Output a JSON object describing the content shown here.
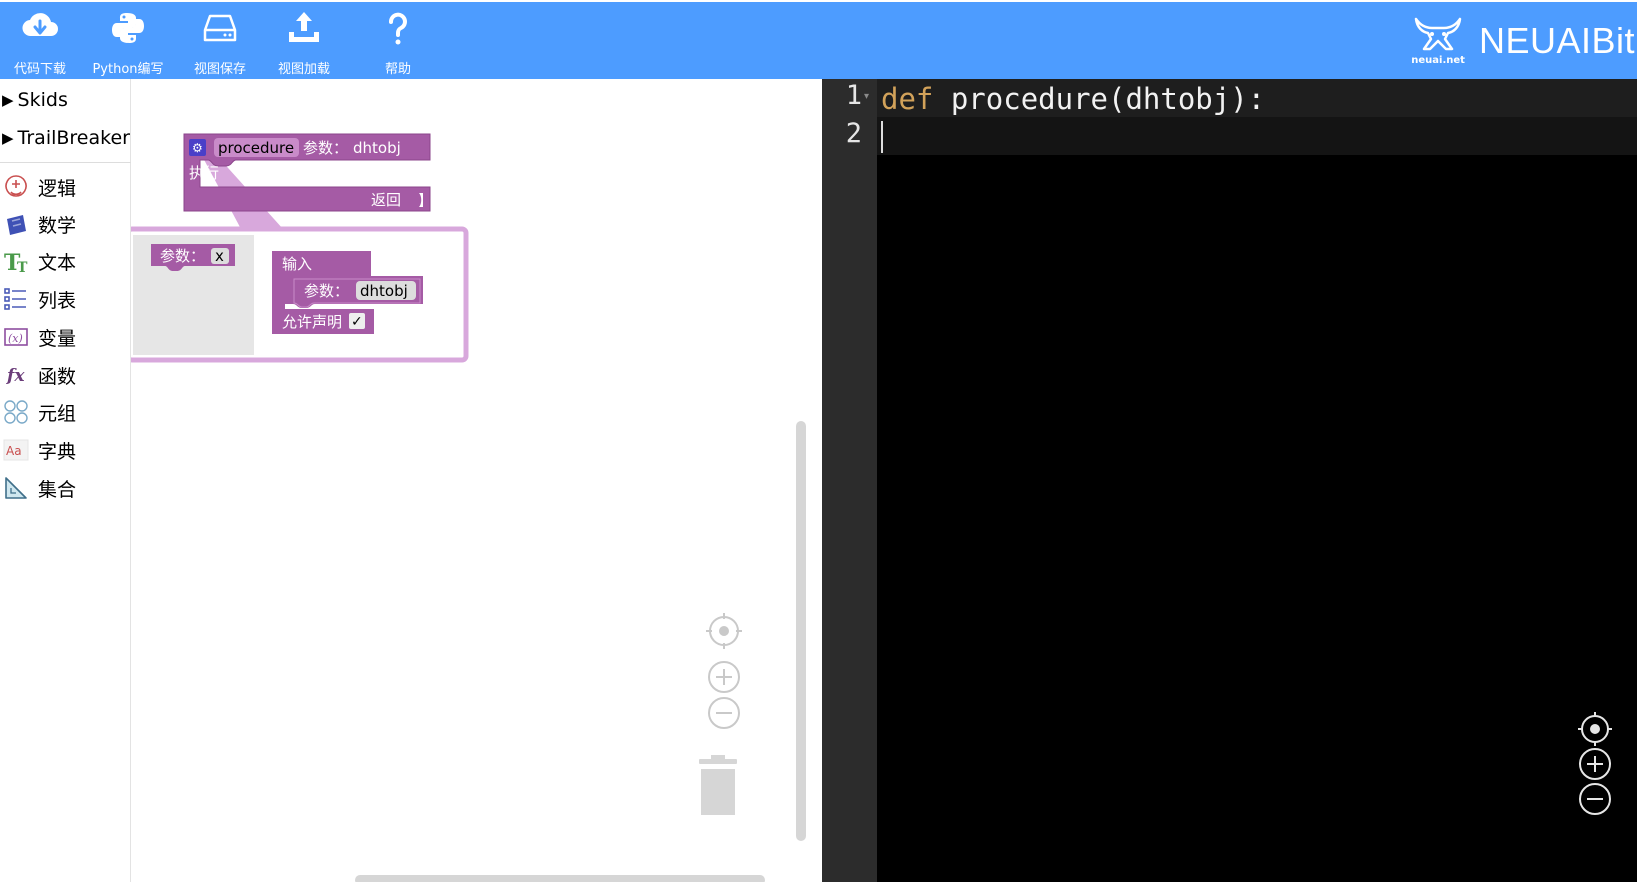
{
  "toolbar": {
    "buttons": [
      {
        "label": "代码下载",
        "icon": "cloud-download-icon"
      },
      {
        "label": "Python编写",
        "icon": "python-icon"
      },
      {
        "label": "视图保存",
        "icon": "hard-drive-icon"
      },
      {
        "label": "视图加载",
        "icon": "upload-icon"
      },
      {
        "label": "帮助",
        "icon": "help-icon"
      }
    ],
    "brand_sub": "neuai.net",
    "brand_name": "NEUAIBit"
  },
  "sidebar": {
    "folders": [
      {
        "label": "Skids"
      },
      {
        "label": "TrailBreaker"
      }
    ],
    "categories": [
      {
        "label": "逻辑",
        "icon": "logic-icon"
      },
      {
        "label": "数学",
        "icon": "math-icon"
      },
      {
        "label": "文本",
        "icon": "text-icon"
      },
      {
        "label": "列表",
        "icon": "list-icon"
      },
      {
        "label": "变量",
        "icon": "variable-icon"
      },
      {
        "label": "函数",
        "icon": "function-icon"
      },
      {
        "label": "元组",
        "icon": "tuple-icon"
      },
      {
        "label": "字典",
        "icon": "dictionary-icon"
      },
      {
        "label": "集合",
        "icon": "set-icon"
      }
    ]
  },
  "workspace": {
    "procedure_block": {
      "name": "procedure",
      "params_label": "参数：",
      "params": "dhtobj",
      "do_label": "执行",
      "return_label": "返回"
    },
    "mutator": {
      "param_block_label": "参数：",
      "param_block_value": "x",
      "inputs_label": "输入",
      "arg_label": "参数：",
      "arg_value": "dhtobj",
      "allow_statements_label": "允许声明",
      "allow_statements_checked": "✓"
    }
  },
  "editor": {
    "line_numbers": [
      "1",
      "2"
    ],
    "keyword": "def",
    "code_rest": " procedure(dhtobj):"
  },
  "colors": {
    "toolbar": "#4d9cff",
    "procedure_block": "#a55ba5",
    "mutator_border": "#d8a8dc",
    "editor_bg": "#000000",
    "keyword": "#d2a25a"
  }
}
